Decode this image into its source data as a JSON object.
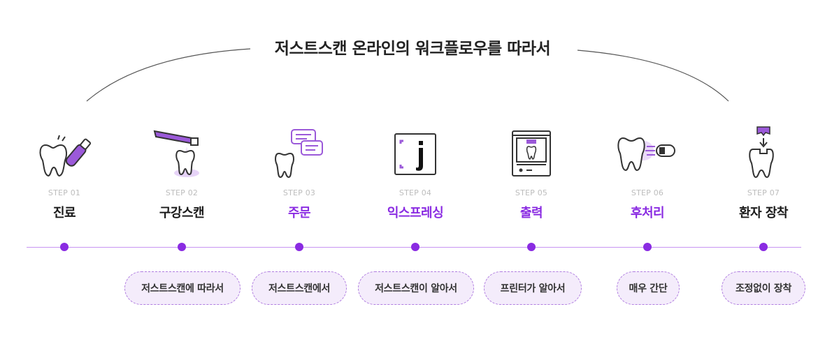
{
  "title": "저스트스캔 온라인의 워크플로우를 따라서",
  "colors": {
    "accent": "#8a2be2",
    "muted": "#bdbdbd",
    "pill_bg": "#f4ecfb"
  },
  "steps": [
    {
      "num": "STEP 01",
      "name": "진료",
      "icon": "tooth-drill-icon",
      "highlight": false
    },
    {
      "num": "STEP 02",
      "name": "구강스캔",
      "icon": "intraoral-scanner-icon",
      "highlight": false
    },
    {
      "num": "STEP 03",
      "name": "주문",
      "icon": "chat-order-icon",
      "highlight": true
    },
    {
      "num": "STEP 04",
      "name": "익스프레싱",
      "icon": "justscan-logo-icon",
      "highlight": true
    },
    {
      "num": "STEP 05",
      "name": "출력",
      "icon": "3d-printer-icon",
      "highlight": true
    },
    {
      "num": "STEP 06",
      "name": "후처리",
      "icon": "curing-light-icon",
      "highlight": true
    },
    {
      "num": "STEP 07",
      "name": "환자 장착",
      "icon": "crown-fitting-icon",
      "highlight": false
    }
  ],
  "pills": [
    "저스트스캔에 따라서",
    "저스트스캔에서",
    "저스트스캔이 알아서",
    "프린터가 알아서",
    "매우 간단",
    "조정없이 장착"
  ]
}
